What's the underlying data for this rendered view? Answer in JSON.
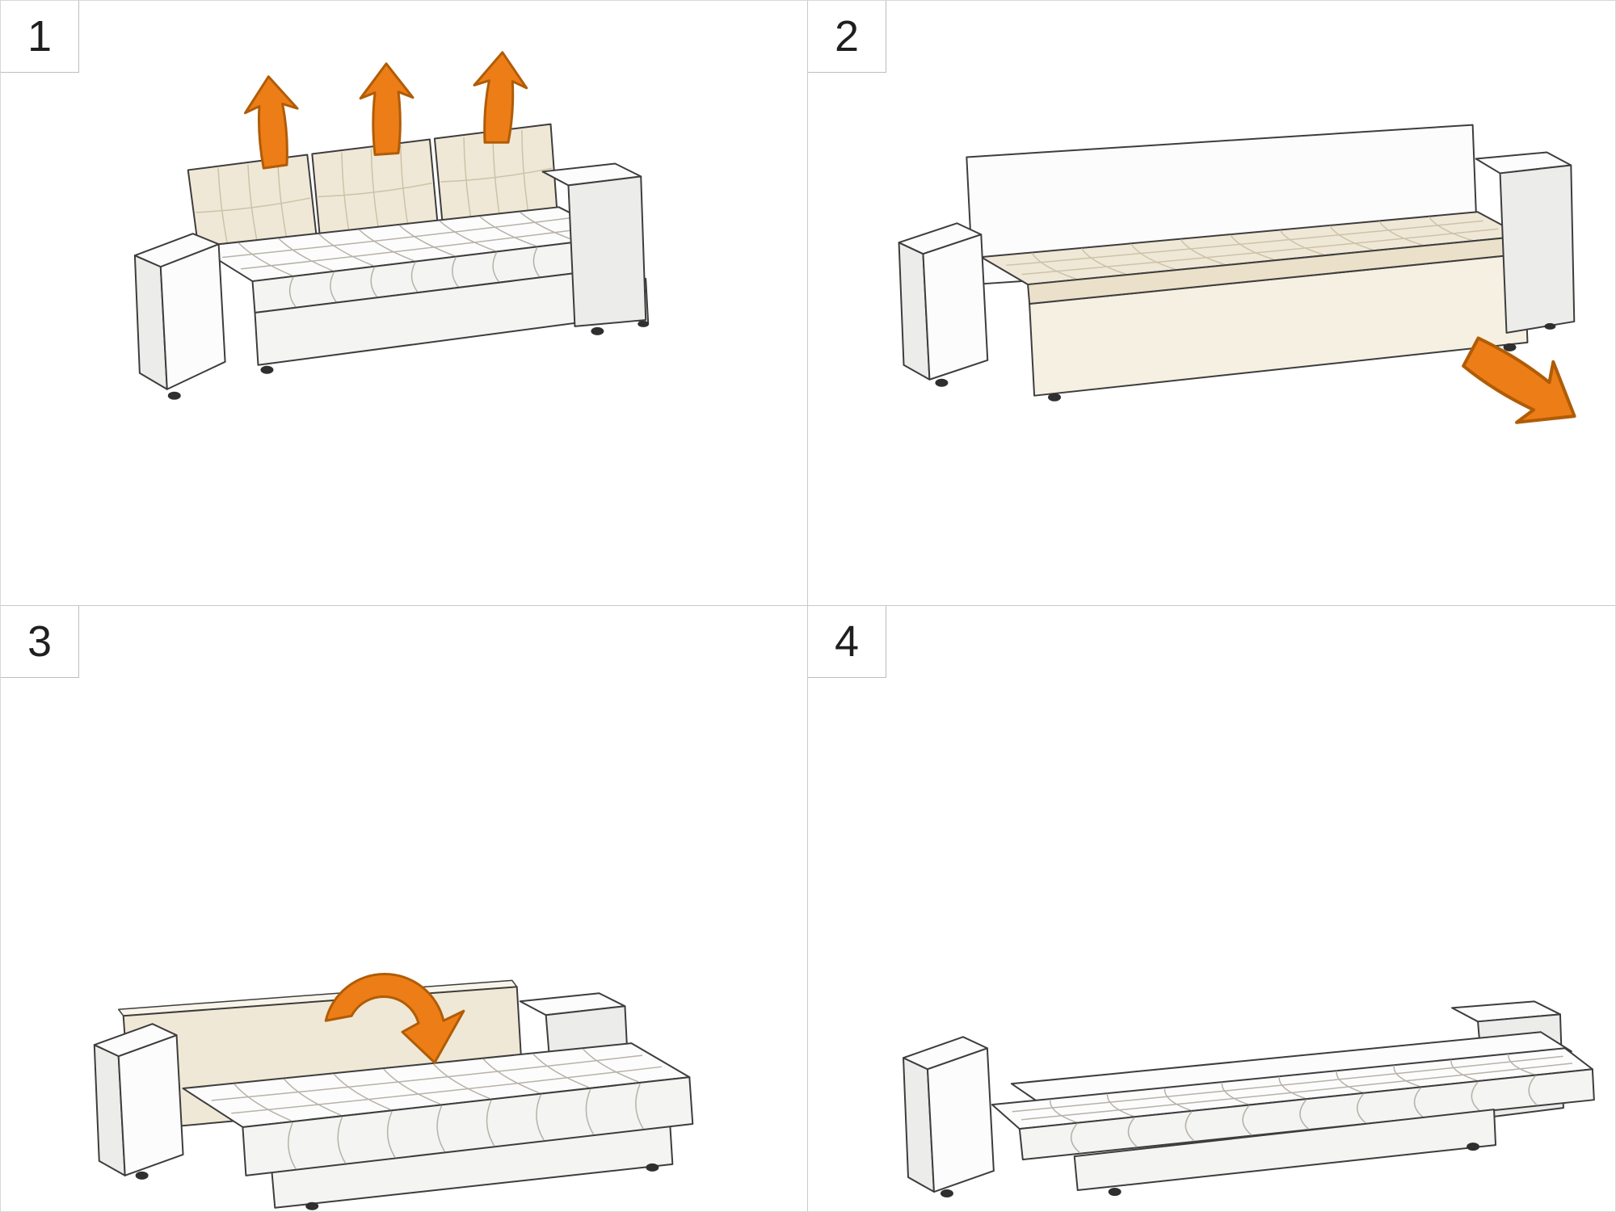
{
  "steps": [
    {
      "number": "1",
      "action_icon": "arrows-up-lift-back-cushions"
    },
    {
      "number": "2",
      "action_icon": "arrow-pull-seat-out"
    },
    {
      "number": "3",
      "action_icon": "arrow-fold-backrest-over"
    },
    {
      "number": "4"
    }
  ],
  "colors": {
    "arrow": "#ED7D17",
    "arrow_dark": "#B05C06",
    "outline": "#3D3D3D",
    "cushion_beige": "#F0E8D6",
    "sofa_white": "#FCFCFC",
    "divider": "#C9C9C9",
    "badge_border": "#BDBDBD",
    "badge_text": "#1F1F1F",
    "background": "#FFFFFF"
  }
}
